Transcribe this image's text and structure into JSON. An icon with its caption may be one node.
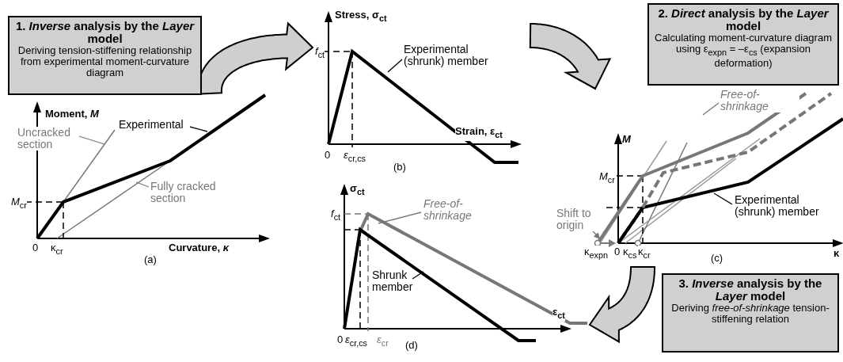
{
  "diagram": {
    "nodes": [
      {
        "text": [
          "1. *Inverse* analysis by the *Layer* model",
          "Deriving tension-stiffening relationship from experimental moment-curvature diagram"
        ]
      },
      {
        "text": [
          "2. *Direct* analysis by the *Layer* model",
          "Calculating moment-curvature diagram using ε$_{expn}$ = –ε$_{cs}$ (expansion deformation)"
        ]
      },
      {
        "text": [
          "3. *Inverse* analysis by the *Layer* model",
          "Deriving *free-of-shrinkage* tension-stiffening relation"
        ]
      },
      {
        "text": [],
        "shape": "picture",
        "beside": [
          "(a)"
        ]
      },
      {
        "text": [],
        "shape": "picture",
        "beside": [
          "(b)"
        ]
      },
      {
        "text": [],
        "shape": "picture",
        "beside": [
          "(c)"
        ]
      },
      {
        "text": [],
        "shape": "picture",
        "beside": [
          "(d)"
        ]
      },
      {
        "text": [
          "Experimental"
        ],
        "in": 3
      },
      {
        "text": [
          "Uncracked section"
        ],
        "in": 3
      },
      {
        "text": [
          "Fully cracked section"
        ],
        "in": 3
      },
      {
        "text": [
          "Experimental (shrunk) member"
        ],
        "in": 4
      },
      {
        "text": [
          "Free-of-shrinkage"
        ],
        "in": 5
      },
      {
        "text": [
          "Experimental (shrunk) member"
        ],
        "in": 5
      },
      {
        "text": [
          "Shift to origin"
        ]
      },
      {
        "text": [
          "Free-of-shrinkage"
        ],
        "in": 6
      },
      {
        "text": [
          "Shrunk member"
        ],
        "in": 6
      }
    ],
    "edges": [
      {
        "from": 3,
        "to": 4,
        "arrow": "to",
        "style": "thick"
      },
      {
        "from": 4,
        "to": 5,
        "arrow": "to",
        "style": "thick"
      },
      {
        "from": 5,
        "to": 6,
        "arrow": "to",
        "style": "thick"
      },
      {
        "from": 7,
        "to": null,
        "arrow": "none",
        "color": "#000000"
      },
      {
        "from": 8,
        "to": null,
        "arrow": "none"
      },
      {
        "from": 9,
        "to": null,
        "arrow": "none"
      },
      {
        "from": 10,
        "to": null,
        "arrow": "none",
        "color": "#000000"
      },
      {
        "from": 11,
        "to": null,
        "arrow": "none"
      },
      {
        "from": 12,
        "to": null,
        "arrow": "none",
        "color": "#000000"
      },
      {
        "from": 13,
        "to": 5,
        "arrow": "to"
      },
      {
        "from": 14,
        "to": null,
        "arrow": "none"
      },
      {
        "from": 15,
        "to": null,
        "arrow": "none",
        "color": "#000000"
      }
    ],
    "labels": [
      "Moment, *M*",
      "*M*$_{cr}$",
      "0",
      "κ$_{cr}$",
      "Curvature, *κ*",
      "Stress, σ$_{ct}$",
      "*f*$_{ct}$",
      "0",
      "*ε*$_{cr,cs}$",
      "Strain, ε$_{ct}$",
      "*M*",
      "*M*$_{cr}$",
      "κ$_{expn}$",
      "0",
      "κ$_{cs}$",
      "κ$_{cr}$",
      "κ",
      "σ$_{ct}$",
      "*f*$_{ct}$",
      "0",
      "*ε*$_{cr,cs}$",
      "*ε*$_{cr}$",
      "ε$_{ct}$"
    ]
  }
}
